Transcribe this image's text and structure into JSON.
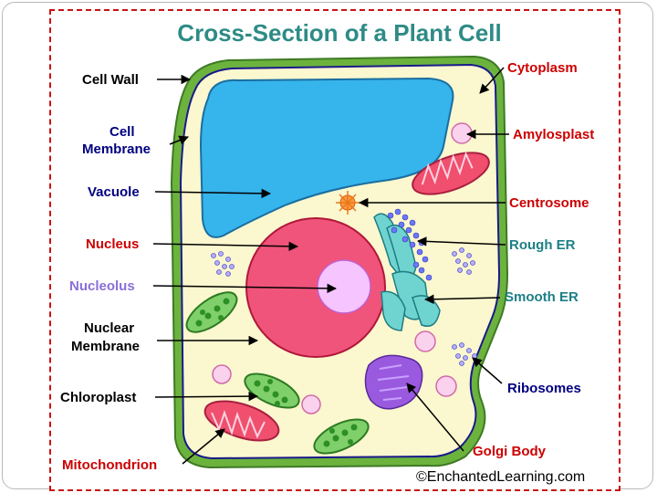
{
  "title": "Cross-Section of a Plant Cell",
  "credit": "©EnchantedLearning.com",
  "colors": {
    "title": "#2e8b86",
    "black_label": "#000000",
    "blue_label": "#000080",
    "red_label": "#cc0000",
    "violet_label": "#8a6fd8",
    "teal_label": "#1c7f86",
    "cell_wall": "#5aa33a",
    "cytoplasm": "#fbf7cf",
    "vacuole": "#34b3ec",
    "nucleus": "#f0537a",
    "nucleolus": "#f7c3ff"
  },
  "labels_left": {
    "cell_wall": "Cell Wall",
    "cell_membrane_1": "Cell",
    "cell_membrane_2": "Membrane",
    "vacuole": "Vacuole",
    "nucleus": "Nucleus",
    "nucleolus": "Nucleolus",
    "nuclear_membrane_1": "Nuclear",
    "nuclear_membrane_2": "Membrane",
    "chloroplast": "Chloroplast",
    "mitochondrion": "Mitochondrion"
  },
  "labels_right": {
    "cytoplasm": "Cytoplasm",
    "amylosplast": "Amylosplast",
    "centrosome": "Centrosome",
    "rough_er": "Rough ER",
    "smooth_er": "Smooth ER",
    "ribosomes": "Ribosomes",
    "golgi_body": "Golgi Body"
  }
}
